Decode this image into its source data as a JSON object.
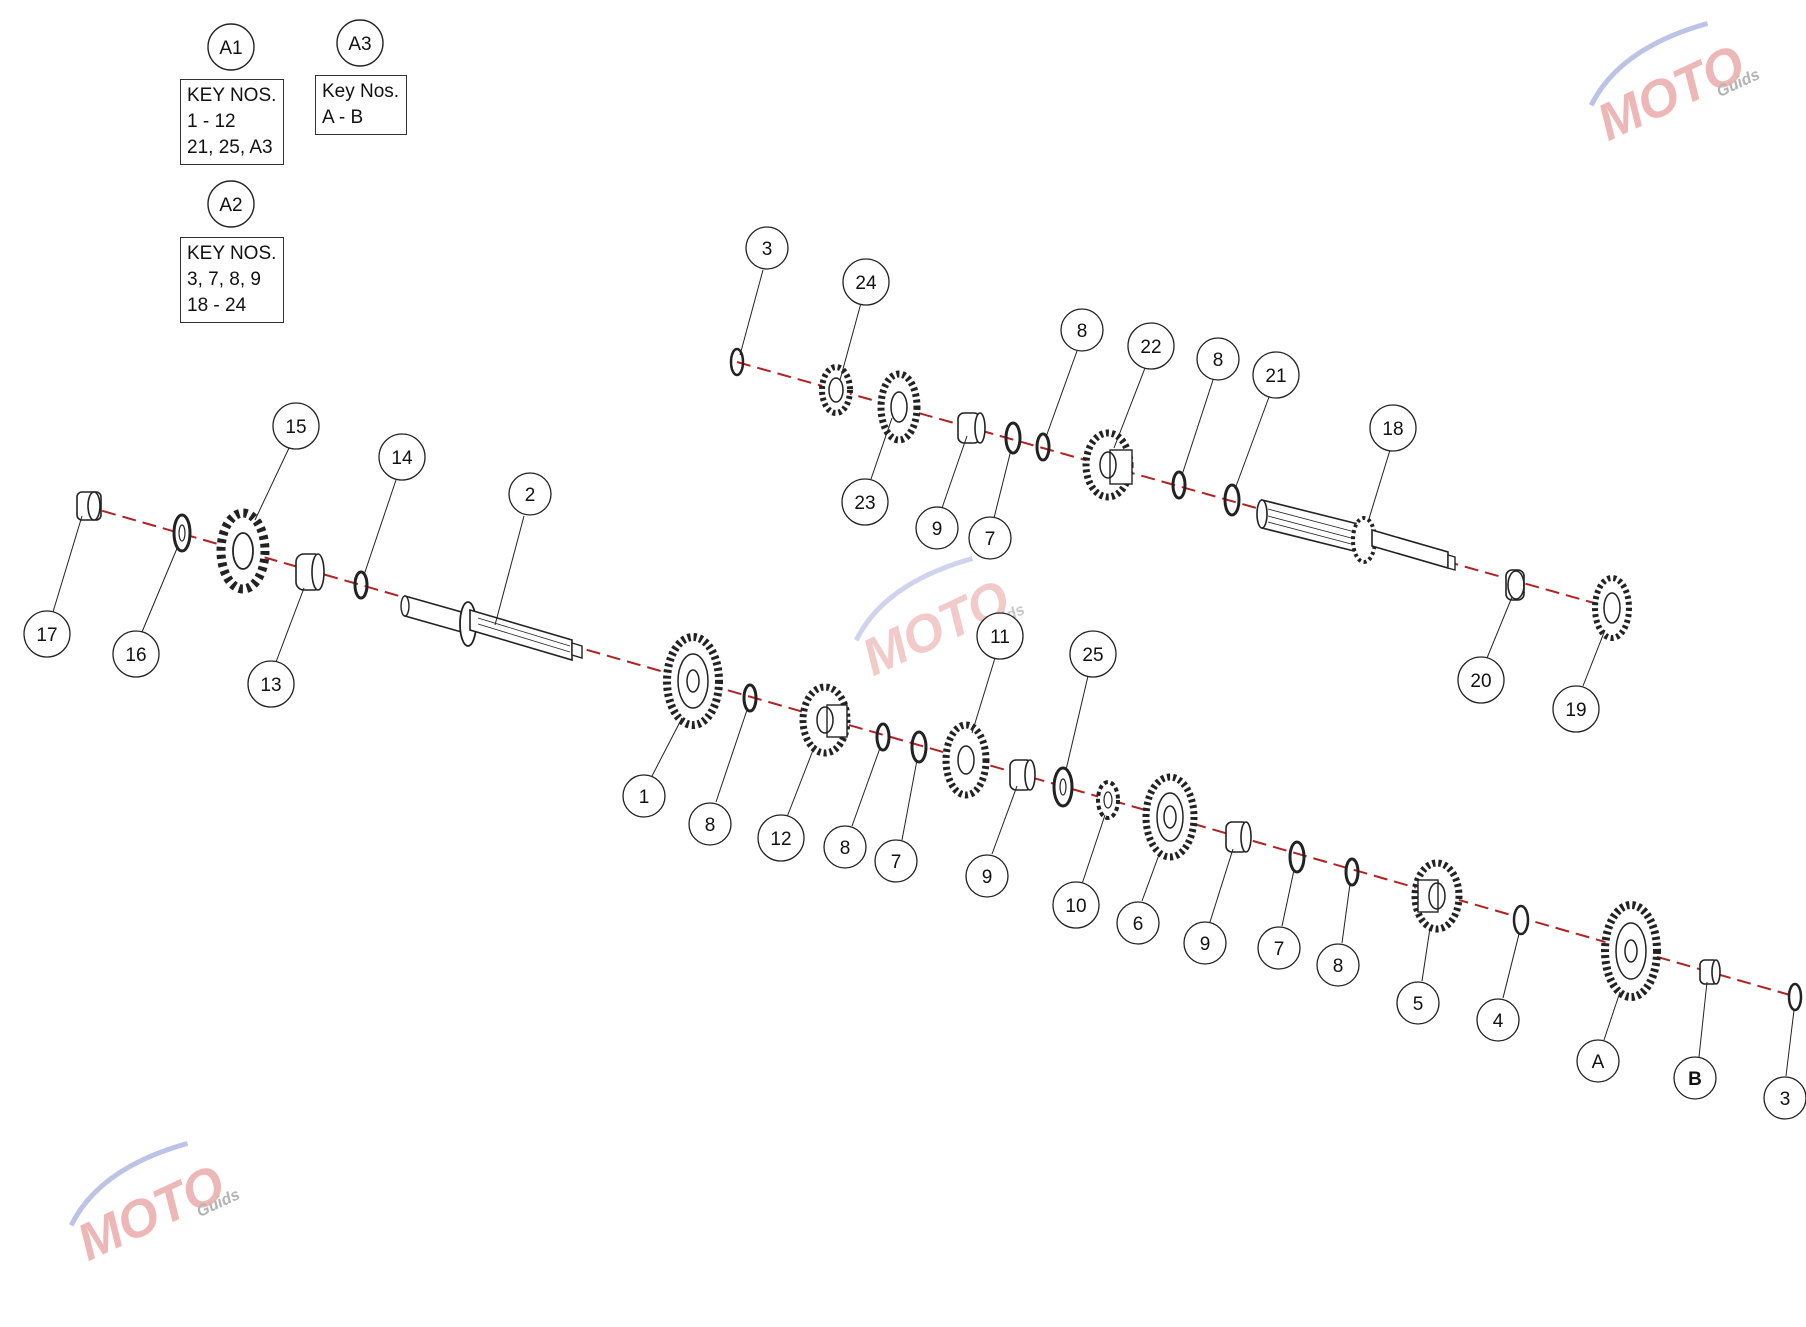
{
  "assembly_groups": [
    {
      "id": "A1",
      "heading": "KEY NOS.",
      "lines": [
        "1 - 12",
        "21, 25, A3"
      ]
    },
    {
      "id": "A3",
      "heading": "Key Nos.",
      "lines": [
        "A - B"
      ]
    },
    {
      "id": "A2",
      "heading": "KEY NOS.",
      "lines": [
        "3, 7, 8, 9",
        "18 - 24"
      ]
    }
  ],
  "callouts": {
    "upper_shaft": [
      "3",
      "24",
      "23",
      "9",
      "7",
      "8",
      "22",
      "8",
      "21",
      "18",
      "20",
      "19"
    ],
    "left_shaft": [
      "17",
      "16",
      "15",
      "13",
      "14",
      "2"
    ],
    "lower_shaft": [
      "1",
      "8",
      "12",
      "8",
      "7",
      "11",
      "9",
      "25",
      "10",
      "6",
      "9",
      "7",
      "8",
      "5",
      "4",
      "A",
      "B",
      "3"
    ]
  },
  "watermark": {
    "brand": "MOTO",
    "sub": "Guids"
  },
  "colors": {
    "axis_line": "#b22222",
    "drawing": "#222222",
    "watermark_red": "#e8a0a0",
    "watermark_blue": "#a8b0e0",
    "watermark_gray": "#9a9a9a"
  }
}
